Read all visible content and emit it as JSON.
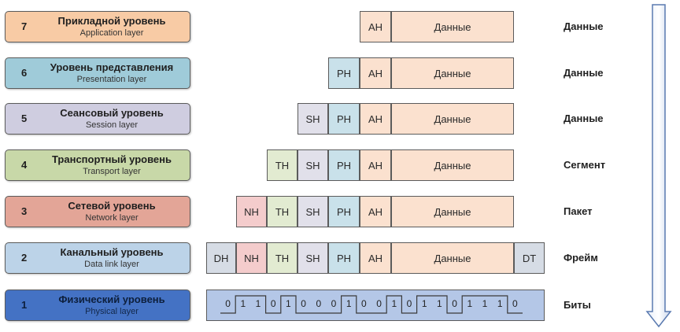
{
  "layers": [
    {
      "num": "7",
      "title": "Прикладной уровень",
      "subtitle": "Application layer",
      "color": "#f8cba5",
      "pdu": "Данные"
    },
    {
      "num": "6",
      "title": "Уровень представления",
      "subtitle": "Presentation layer",
      "color": "#9fcbd9",
      "pdu": "Данные"
    },
    {
      "num": "5",
      "title": "Сеансовый уровень",
      "subtitle": "Session layer",
      "color": "#cfcde0",
      "pdu": "Данные"
    },
    {
      "num": "4",
      "title": "Транспортный уровень",
      "subtitle": "Transport layer",
      "color": "#c8d8a8",
      "pdu": "Сегмент"
    },
    {
      "num": "3",
      "title": "Сетевой уровень",
      "subtitle": "Network layer",
      "color": "#e3a597",
      "pdu": "Пакет"
    },
    {
      "num": "2",
      "title": "Канальный уровень",
      "subtitle": "Data link layer",
      "color": "#bcd3e8",
      "pdu": "Фрейм"
    },
    {
      "num": "1",
      "title": "Физический уровень",
      "subtitle": "Physical layer",
      "color": "#4472c4",
      "pdu": "Биты"
    }
  ],
  "headers": {
    "DH": {
      "label": "DH",
      "color": "#d6dce5"
    },
    "NH": {
      "label": "NH",
      "color": "#f4cccc"
    },
    "TH": {
      "label": "TH",
      "color": "#e2ebd1"
    },
    "SH": {
      "label": "SH",
      "color": "#e1e0ea"
    },
    "PH": {
      "label": "PH",
      "color": "#c9e1ea"
    },
    "AH": {
      "label": "AH",
      "color": "#fbe1cf"
    },
    "DATA": {
      "label": "Данные",
      "color": "#fbe1cf"
    },
    "DT": {
      "label": "DT",
      "color": "#d6dce5"
    }
  },
  "bits": [
    "0",
    "1",
    "1",
    "0",
    "1",
    "0",
    "0",
    "0",
    "1",
    "0",
    "0",
    "1",
    "0",
    "1",
    "1",
    "0",
    "1",
    "1",
    "1",
    "0"
  ]
}
